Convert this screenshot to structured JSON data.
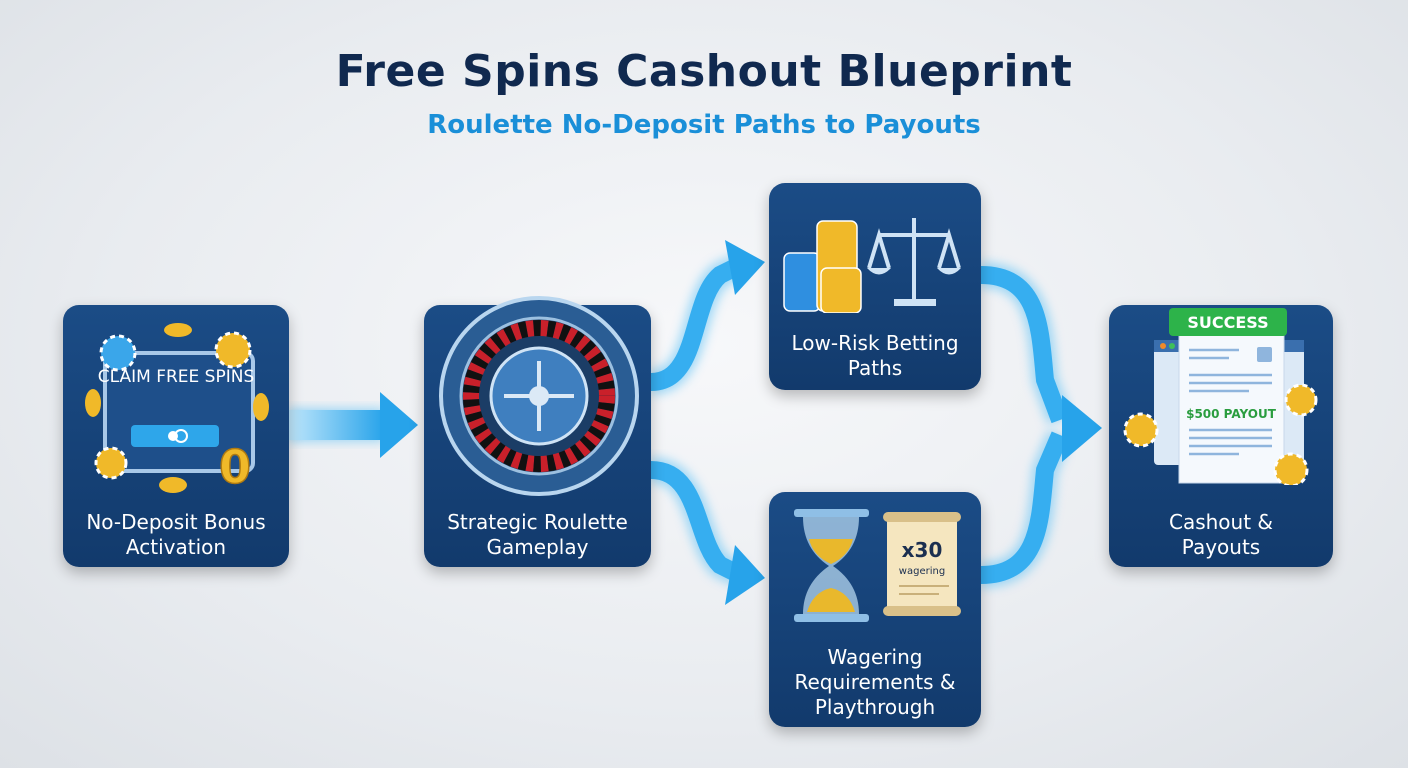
{
  "header": {
    "title": "Free Spins Cashout Blueprint",
    "subtitle": "Roulette No-Deposit Paths to Payouts"
  },
  "steps": [
    {
      "label": "No-Deposit Bonus Activation",
      "icon": "tablet-with-chips-icon",
      "screen_text": "CLAIM FREE SPINS",
      "badge": "0"
    },
    {
      "label": "Strategic Roulette Gameplay",
      "icon": "roulette-wheel-icon"
    },
    {
      "label": "Low-Risk Betting Paths",
      "icon": "chips-and-scale-icon"
    },
    {
      "label": "Wagering Requirements & Playthrough",
      "icon": "hourglass-and-scroll-icon",
      "scroll_multiplier": "x30",
      "scroll_text": "wagering"
    },
    {
      "label": "Cashout & Payouts",
      "icon": "payout-document-icon",
      "banner": "SUCCESS",
      "amount": "$500 PAYOUT"
    }
  ],
  "colors": {
    "title": "#10294f",
    "accent": "#1a8fd8",
    "card": "#154377",
    "success": "#2db34a",
    "gold": "#e8b22a"
  }
}
